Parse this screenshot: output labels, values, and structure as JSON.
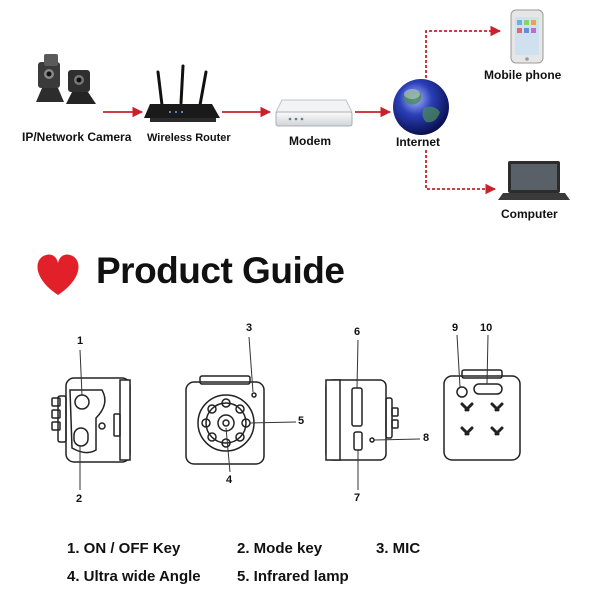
{
  "network": {
    "nodes": {
      "camera": "IP/Network Camera",
      "router": "Wireless Router",
      "modem": "Modem",
      "internet": "Internet",
      "mobile": "Mobile phone",
      "computer": "Computer"
    },
    "connection_color": "#c8232c"
  },
  "guide": {
    "title": "Product Guide",
    "heart_color": "#e2202a",
    "callouts": [
      "1",
      "2",
      "3",
      "4",
      "5",
      "6",
      "7",
      "8",
      "9",
      "10"
    ],
    "legend": [
      "1. ON / OFF Key",
      "2. Mode key",
      "3. MIC",
      "4. Ultra wide Angle",
      "5. Infrared lamp"
    ]
  }
}
